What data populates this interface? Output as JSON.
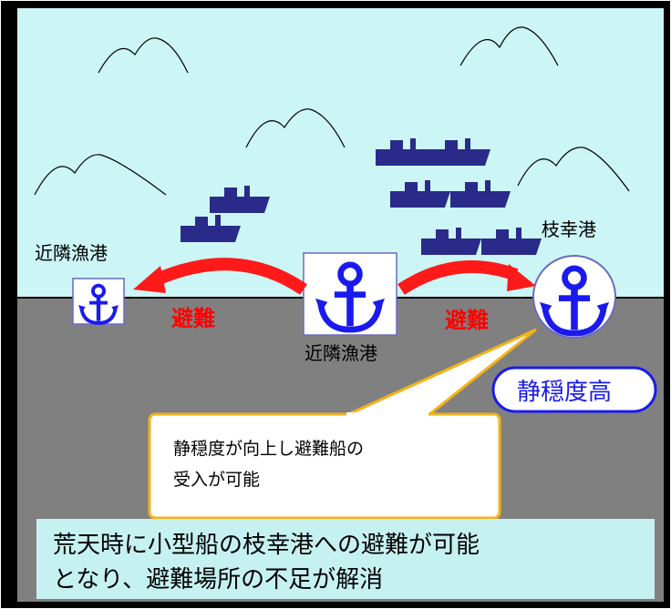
{
  "labels": {
    "port_left": "近隣漁港",
    "port_center": "近隣漁港",
    "port_edasachi": "枝幸港",
    "evac_left": "避難",
    "evac_right": "避難",
    "calm_badge": "静穏度高"
  },
  "callout": {
    "line1": "静穏度が向上し避難船の",
    "line2": "受入が可能"
  },
  "summary": {
    "line1": "荒天時に小型船の枝幸港への避難が可能",
    "line2": "となり、避難場所の不足が解消"
  },
  "colors": {
    "sky": "#ccf5f5",
    "land": "#808080",
    "boat": "#2a2a8a",
    "anchor": "#1a1aee",
    "arrow": "#ff1a1a",
    "callout_border": "#f2b21a",
    "summary_bg": "#c6f1f1",
    "badge": "#1a1aee"
  },
  "icons": [
    "anchor-icon",
    "boat-icon",
    "mountain-icon"
  ]
}
